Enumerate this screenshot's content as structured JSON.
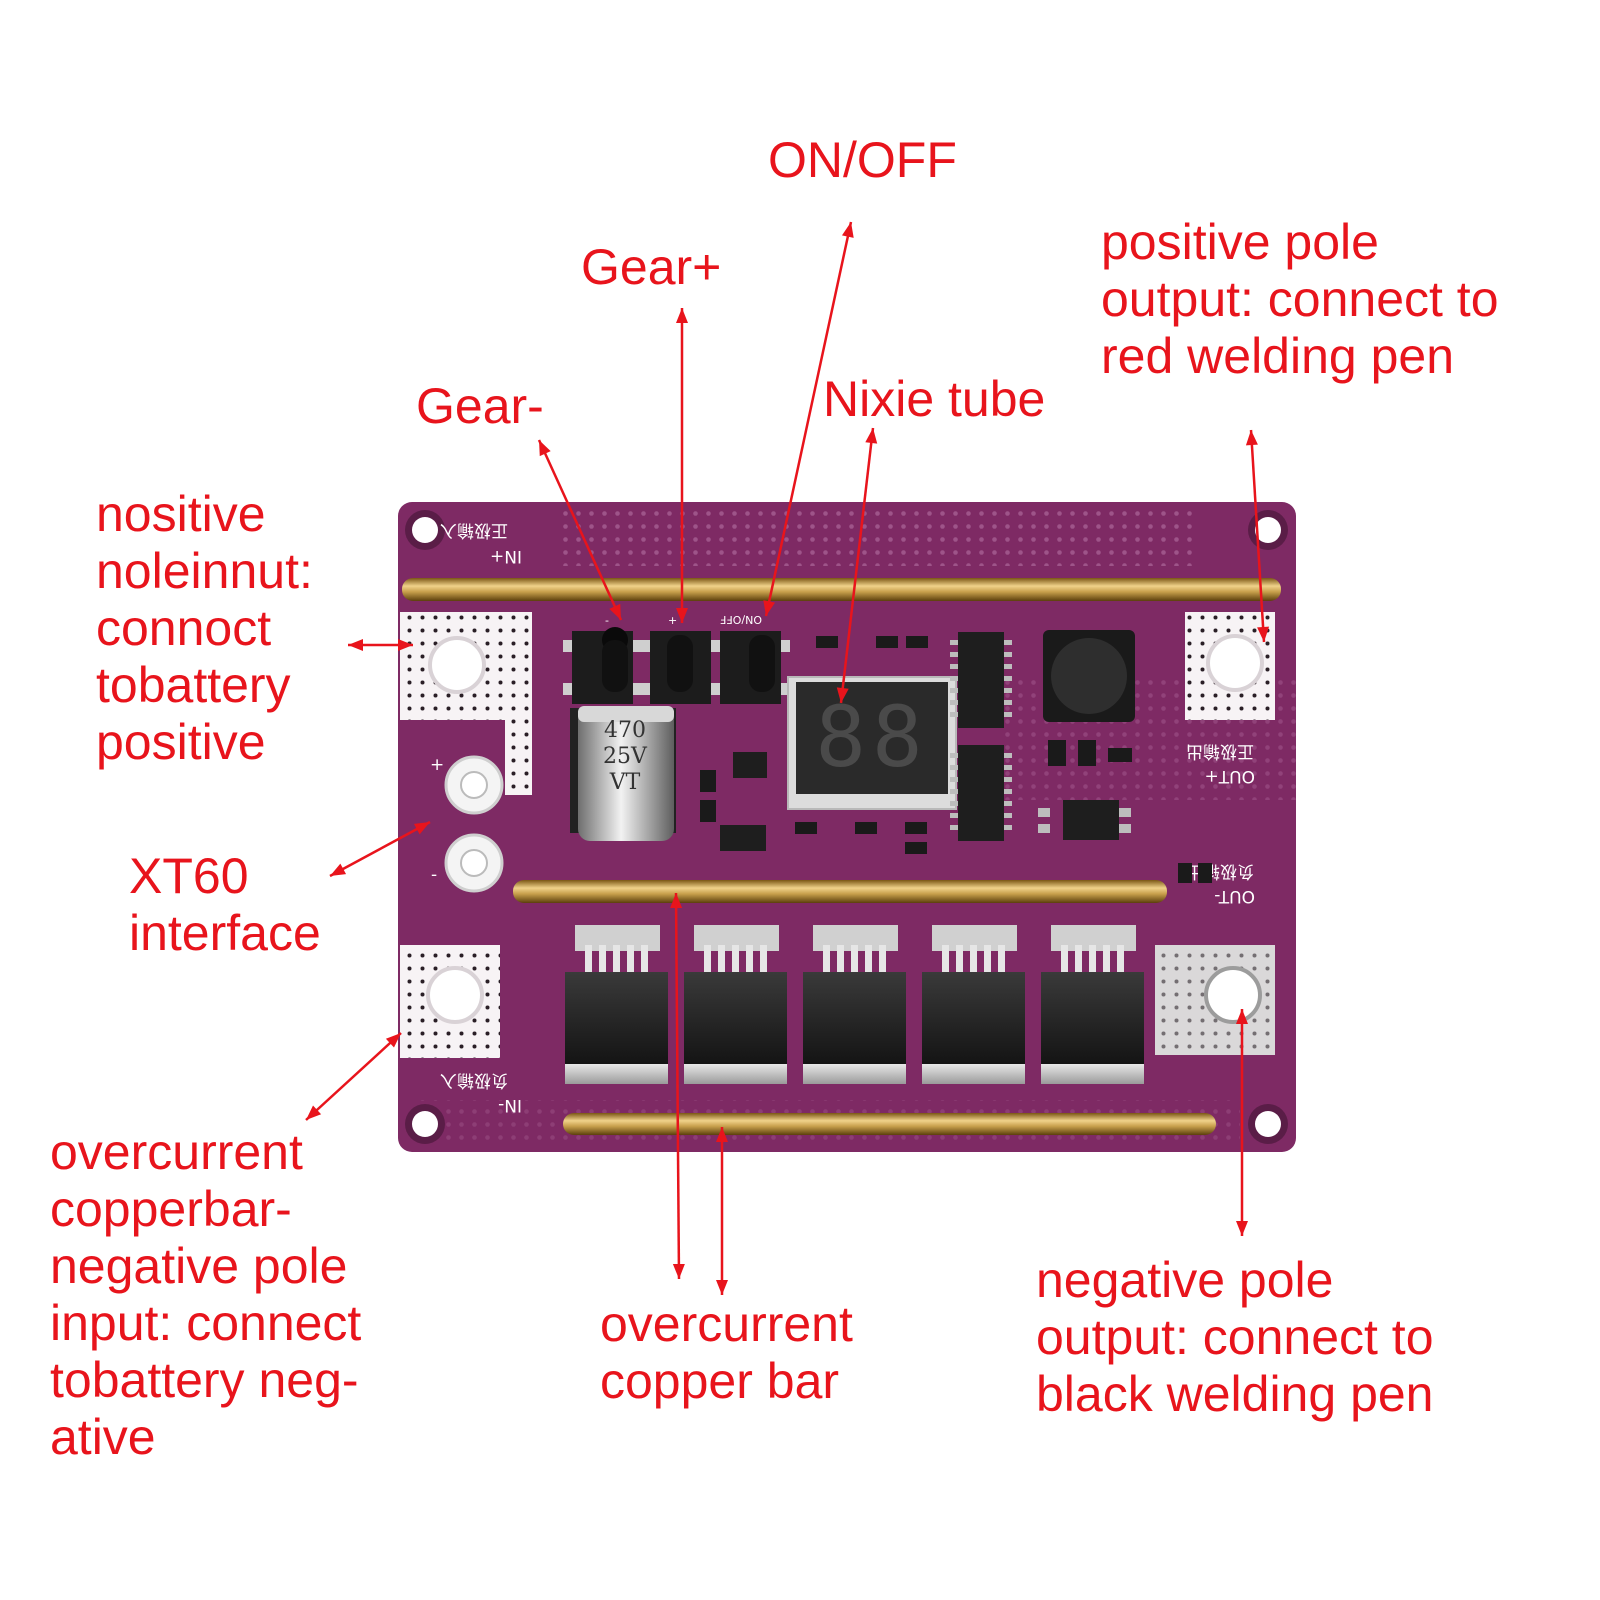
{
  "colors": {
    "annotation": "#e8141c",
    "board": "#7e2a64",
    "copper": "#c8a04c"
  },
  "labels": {
    "on_off": [
      "ON/OFF"
    ],
    "gear_plus": [
      "Gear+"
    ],
    "gear_minus": [
      "Gear-"
    ],
    "nixie_tube": [
      "Nixie tube"
    ],
    "positive_output": [
      "positive pole",
      "output: connect to",
      "red welding pen"
    ],
    "positive_input": [
      "nositive",
      "noleinnut:",
      "connoct",
      "tobattery",
      "positive"
    ],
    "xt60": [
      "XT60",
      "interface"
    ],
    "negative_input": [
      "overcurrent",
      "copperbar-",
      "negative pole",
      "input: connect",
      "tobattery neg-",
      "ative"
    ],
    "copper_bar": [
      "overcurrent",
      "copper bar"
    ],
    "negative_output": [
      "negative pole",
      "output: connect to",
      "black welding pen"
    ]
  },
  "silkscreen": {
    "in_plus": "IN+",
    "in_minus": "IN-",
    "out_plus": "OUT+",
    "out_minus": "OUT-",
    "in_plus_cn": "正极输入",
    "in_minus_cn": "负极输入",
    "out_plus_cn": "正极输出",
    "out_minus_cn": "负极输出",
    "capacitor": [
      "470",
      "25V",
      "VT"
    ],
    "switch_marks": [
      "-",
      "+",
      "ON/OFF"
    ],
    "xt60_plus": "+",
    "xt60_minus": "-",
    "display_digits": "88"
  }
}
